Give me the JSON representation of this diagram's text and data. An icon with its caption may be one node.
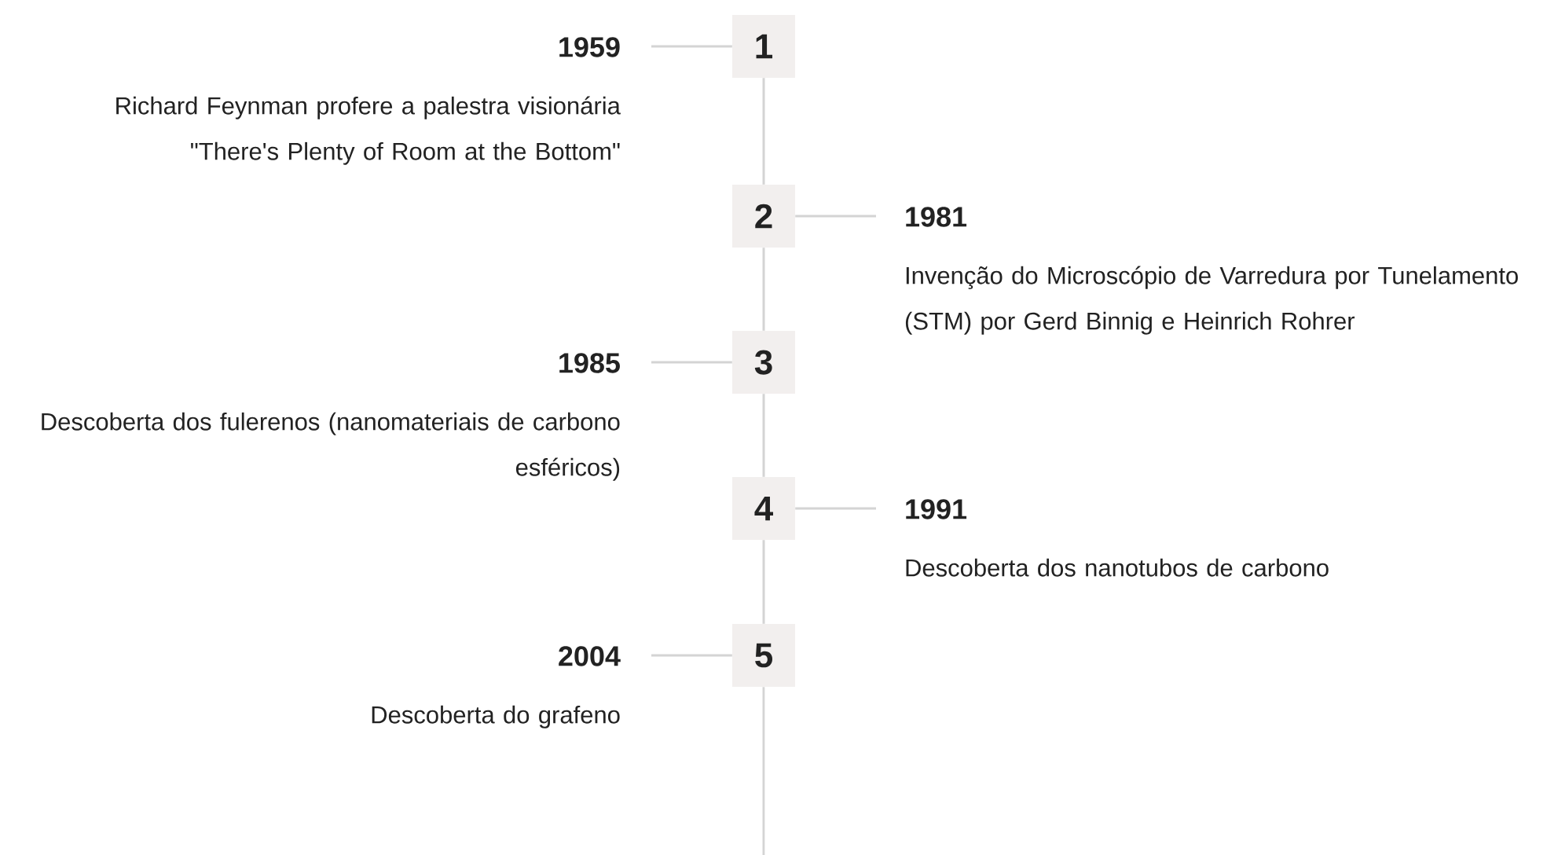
{
  "diagram": {
    "nodes": [
      {
        "text": [
          "1"
        ]
      },
      {
        "text": [
          "1959",
          "Richard Feynman profere a palestra visionária \"There's Plenty of Room at the Bottom\""
        ]
      },
      {
        "text": [
          "2"
        ]
      },
      {
        "text": [
          "1981",
          "Invenção do Microscópio de Varredura por Tunelamento (STM) por Gerd Binnig e Heinrich Rohrer"
        ]
      },
      {
        "text": [
          "3"
        ]
      },
      {
        "text": [
          "1985",
          "Descoberta dos fulerenos (nanomateriais de carbono esféricos)"
        ]
      },
      {
        "text": [
          "4"
        ]
      },
      {
        "text": [
          "1991",
          "Descoberta dos nanotubos de carbono"
        ]
      },
      {
        "text": [
          "5"
        ]
      },
      {
        "text": [
          "2004",
          "Descoberta do grafeno"
        ]
      }
    ],
    "edges": [
      {
        "from": 1,
        "to": 0,
        "arrow": "none"
      },
      {
        "from": 0,
        "to": 2,
        "arrow": "none"
      },
      {
        "from": 2,
        "to": 3,
        "arrow": "none"
      },
      {
        "from": 2,
        "to": 4,
        "arrow": "none"
      },
      {
        "from": 5,
        "to": 4,
        "arrow": "none"
      },
      {
        "from": 4,
        "to": 6,
        "arrow": "none"
      },
      {
        "from": 6,
        "to": 7,
        "arrow": "none"
      },
      {
        "from": 6,
        "to": 8,
        "arrow": "none"
      },
      {
        "from": 9,
        "to": 8,
        "arrow": "none"
      },
      {
        "from": 8,
        "to": null,
        "arrow": "none"
      }
    ]
  }
}
